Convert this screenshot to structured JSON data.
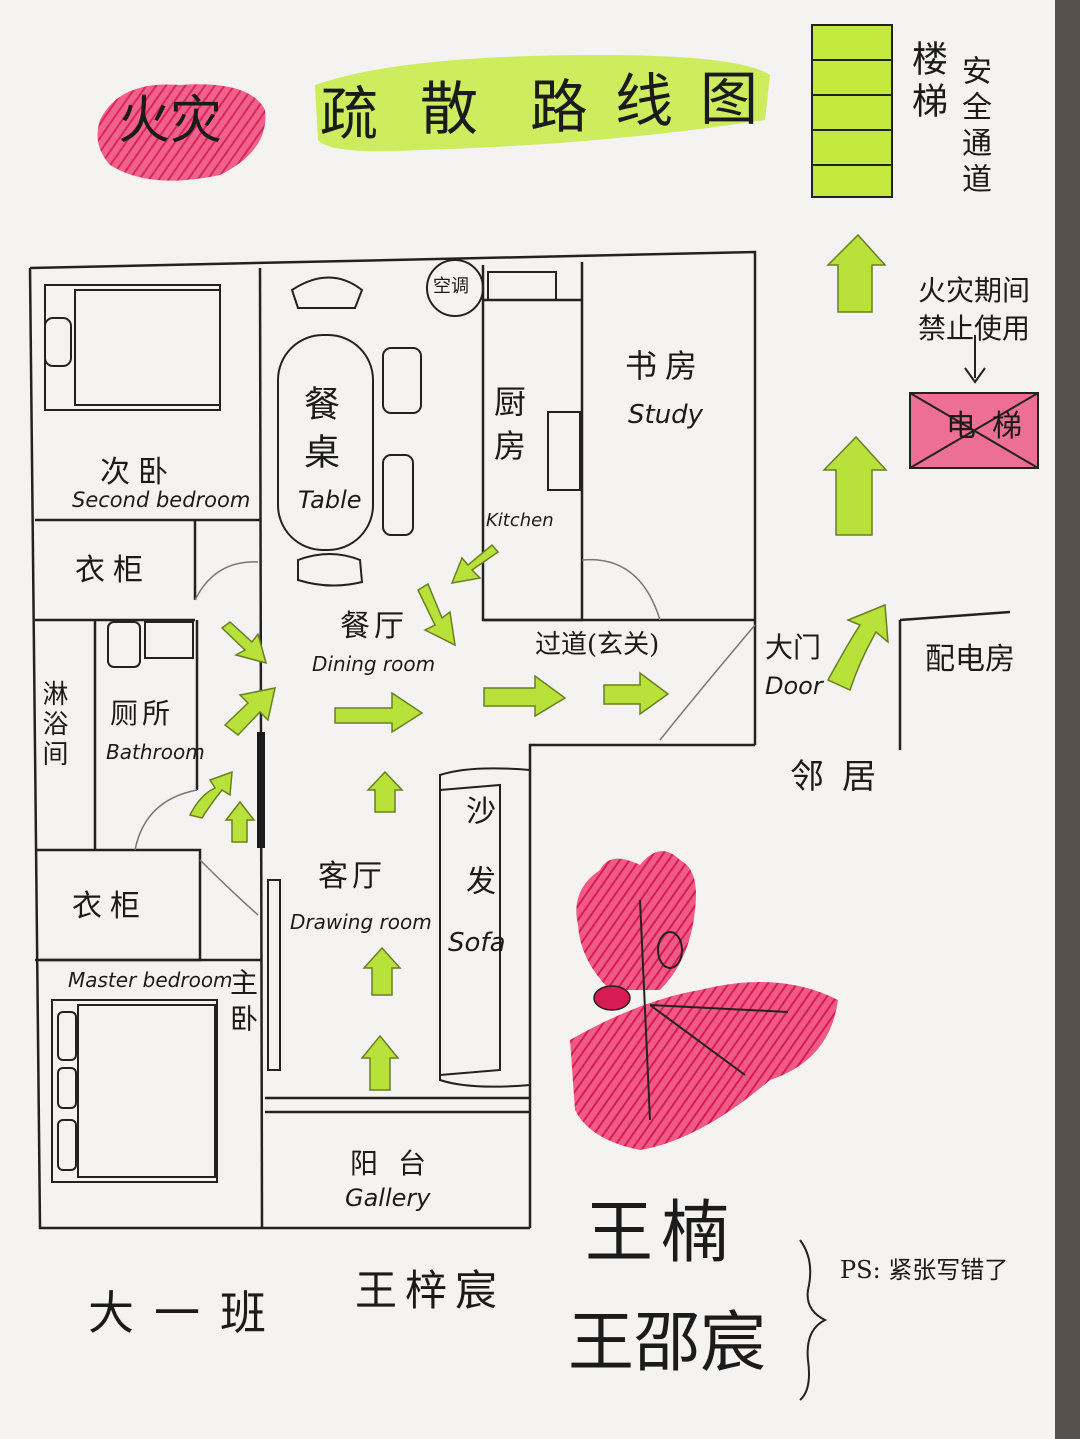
{
  "title": {
    "fire": "火灾",
    "main_chars": [
      "疏",
      "散",
      "路",
      "线",
      "图"
    ]
  },
  "rooms": {
    "second_bedroom": {
      "cn": "次卧",
      "en": "Second bedroom"
    },
    "wardrobe_top": "衣柜",
    "wardrobe_bottom": "衣柜",
    "table": {
      "cn": "餐桌",
      "en": "Table"
    },
    "aircon": "空调",
    "kitchen": {
      "cn": "厨房",
      "en": "Kitchen"
    },
    "study": {
      "cn": "书房",
      "en": "Study"
    },
    "dining_room": {
      "cn": "餐厅",
      "en": "Dining room"
    },
    "corridor": "过道(玄关)",
    "shower": "淋浴间",
    "bathroom": {
      "cn": "厕所",
      "en": "Bathroom"
    },
    "front_door": {
      "cn": "大门",
      "en": "Door"
    },
    "distribution_room": "配电房",
    "neighbor": "邻居",
    "sofa": {
      "cn": "沙发",
      "en": "Sofa"
    },
    "drawing_room": {
      "cn": "客厅",
      "en": "Drawing room"
    },
    "master_bedroom": {
      "cn": "主卧",
      "en": "Master bedroom"
    },
    "balcony": {
      "cn": "阳台",
      "en": "Gallery"
    }
  },
  "exits": {
    "stairs": "楼梯",
    "safe_passage": "安全通道",
    "elevator_warning": "火灾期间禁止使用",
    "elevator": "电梯"
  },
  "signature": {
    "class_name": "大一班",
    "child_name": "王梓宸",
    "name_top": "王楠",
    "name_bottom": "王邵宸",
    "ps": "PS: 紧张写错了"
  },
  "colors": {
    "paper": "#f4f3f1",
    "ink": "#1b1b1b",
    "arrow_green": "#b8e23a",
    "fire_red": "#e0245e"
  }
}
